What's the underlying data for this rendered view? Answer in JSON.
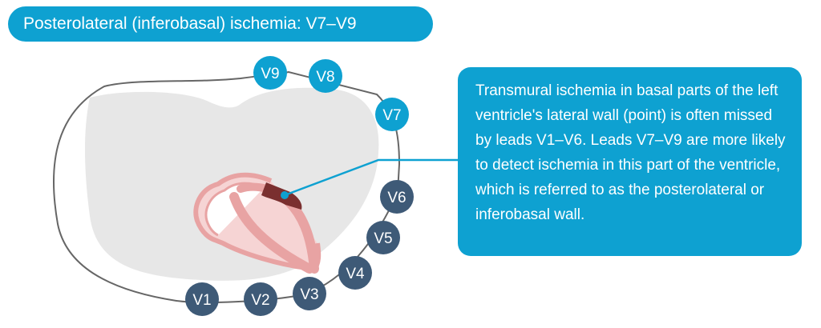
{
  "title": "Posterolateral (inferobasal) ischemia: V7–V9",
  "callout_text": "Transmural ischemia in basal parts of the left ventricle's lateral wall (point) is often missed by leads V1–V6. Leads V7–V9 are more likely to detect ischemia in this part of the ventricle, which is referred to as the posterolateral or inferobasal wall.",
  "leads": [
    "V1",
    "V2",
    "V3",
    "V4",
    "V5",
    "V6",
    "V7",
    "V8",
    "V9"
  ],
  "colors": {
    "accent_blue": "#0ea1d1",
    "anterior_lead": "#3e5a77",
    "posterior_lead": "#0ea1d1",
    "chest_fill": "#e7e7e7",
    "outline": "#666666",
    "heart_wall": "#e8a3a3",
    "ischemic_zone": "#7a2f2f"
  }
}
